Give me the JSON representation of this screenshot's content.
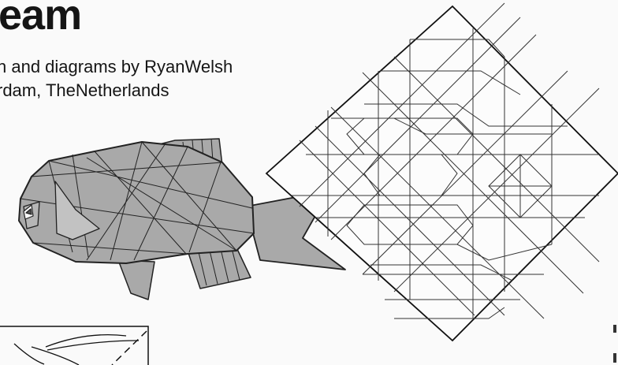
{
  "header": {
    "title": "eam",
    "credit_line_1": "n and diagrams by RyanWelsh",
    "credit_line_2": "rdam, TheNetherlands"
  },
  "figures": {
    "model": "fish-model",
    "crease_pattern": "square-crease-pattern",
    "diagram_fragment": "partial-fold-diagram"
  },
  "colors": {
    "paper": "#fafafa",
    "model_fill": "#a9a9a9",
    "line": "#222222",
    "crease": "#333333"
  }
}
